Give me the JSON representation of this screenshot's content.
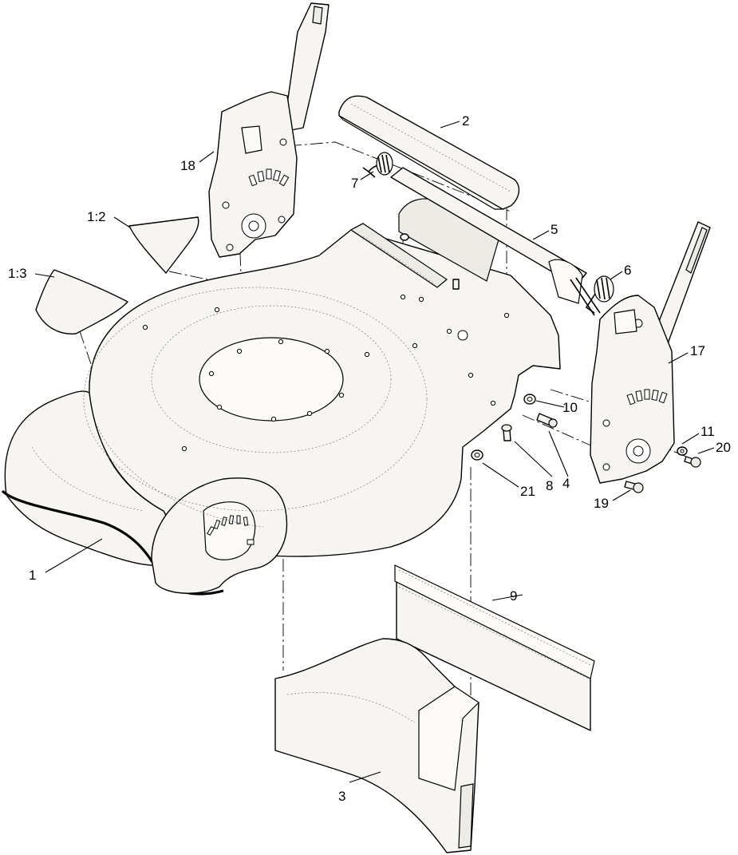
{
  "callouts": {
    "c1": "1",
    "c1_2": "1:2",
    "c1_3": "1:3",
    "c2": "2",
    "c3": "3",
    "c4": "4",
    "c5": "5",
    "c6": "6",
    "c7": "7",
    "c8": "8",
    "c9": "9",
    "c10": "10",
    "c11": "11",
    "c17": "17",
    "c18": "18",
    "c19": "19",
    "c20": "20",
    "c21": "21"
  },
  "icons": {
    "deck": "mower-deck",
    "decal_1_2": "decal",
    "decal_1_3": "decal",
    "flap": "rear-flap",
    "baffle": "discharge-baffle",
    "shield": "trailing-shield",
    "rod": "pivot-rod",
    "bracket_left": "height-adjust-bracket",
    "bracket_right": "height-adjust-bracket",
    "spring_left": "torsion-spring",
    "spring_right": "torsion-spring"
  }
}
